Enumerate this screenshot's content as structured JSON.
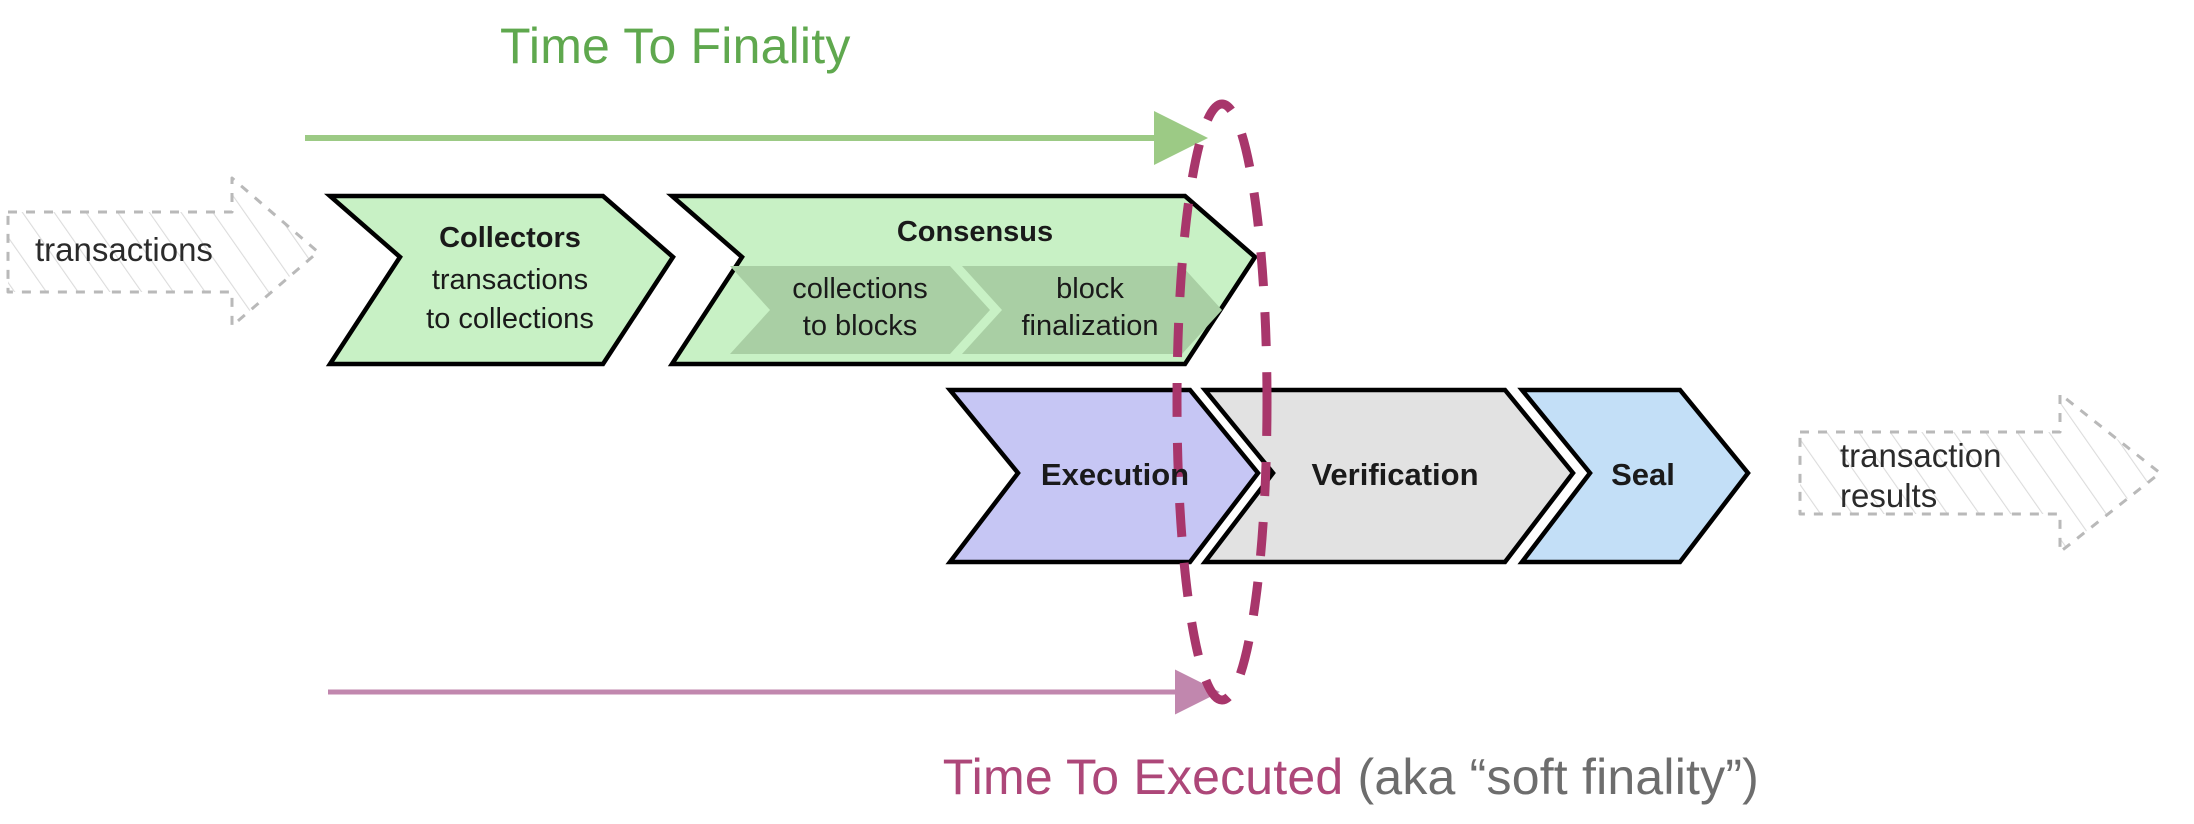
{
  "diagram": {
    "title_top": "Time To Finality",
    "caption_bottom_main": "Time To Executed",
    "caption_bottom_aka": "(aka “soft finality”)",
    "input_ghost_label": "transactions",
    "output_ghost_label_line1": "transaction",
    "output_ghost_label_line2": "results"
  },
  "colors": {
    "green_title": "#5FA84E",
    "green_arrow": "#9CCA85",
    "purple_title": "#AD4779",
    "purple_arrow": "#C187AE",
    "ellipse_stroke": "#A8366B",
    "chevron_green_fill": "#C8F1C5",
    "chevron_green_inner_fill": "#A9CFA4",
    "chevron_purple_fill": "#C6C6F4",
    "chevron_gray_fill": "#E2E2E2",
    "chevron_blue_fill": "#C3DFF7",
    "chevron_stroke": "#000000",
    "ghost_stroke": "#B9B9B9",
    "ghost_text": "#2b2b2b",
    "caption_gray": "#6d6d6d"
  },
  "pipeline_top": [
    {
      "id": "collectors",
      "title": "Collectors",
      "sub_line1": "transactions",
      "sub_line2": "to collections",
      "fill": "#C8F1C5",
      "inner_steps": []
    },
    {
      "id": "consensus",
      "title": "Consensus",
      "sub_line1": "",
      "sub_line2": "",
      "fill": "#C8F1C5",
      "inner_steps": [
        {
          "id": "collections-to-blocks",
          "line1": "collections",
          "line2": "to blocks"
        },
        {
          "id": "block-finalization",
          "line1": "block",
          "line2": "finalization"
        }
      ]
    }
  ],
  "pipeline_bottom": [
    {
      "id": "execution",
      "label": "Execution",
      "fill": "#C6C6F4"
    },
    {
      "id": "verification",
      "label": "Verification",
      "fill": "#E2E2E2"
    },
    {
      "id": "seal",
      "label": "Seal",
      "fill": "#C3DFF7"
    }
  ],
  "timelines": [
    {
      "id": "time-to-finality",
      "label": "Time To Finality",
      "color": "#9CCA85",
      "position": "top"
    },
    {
      "id": "time-to-executed",
      "label": "Time To Executed",
      "color": "#C187AE",
      "position": "bottom"
    }
  ]
}
